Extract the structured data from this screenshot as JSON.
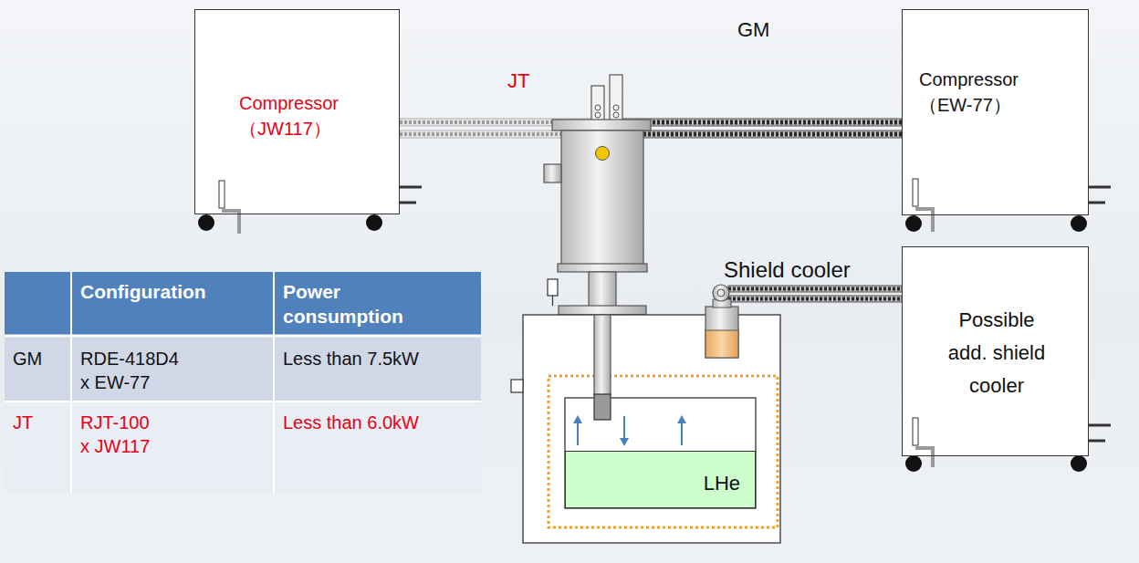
{
  "diagram": {
    "nodes": [
      {
        "text": [
          "Compressor （JW117）"
        ]
      },
      {
        "text": [
          "Compressor （EW-77）"
        ]
      },
      {
        "text": [
          "Possible add. shield cooler"
        ]
      },
      {
        "text": [
          "LHe"
        ]
      }
    ],
    "labels": [
      "JT",
      "GM",
      "Shield cooler",
      "Configuration",
      "Power consumption",
      "GM",
      "RDE-418D4 x EW-77",
      "Less than 7.5kW",
      "JT",
      "RJT-100 x JW117",
      "Less than 6.0kW"
    ]
  }
}
